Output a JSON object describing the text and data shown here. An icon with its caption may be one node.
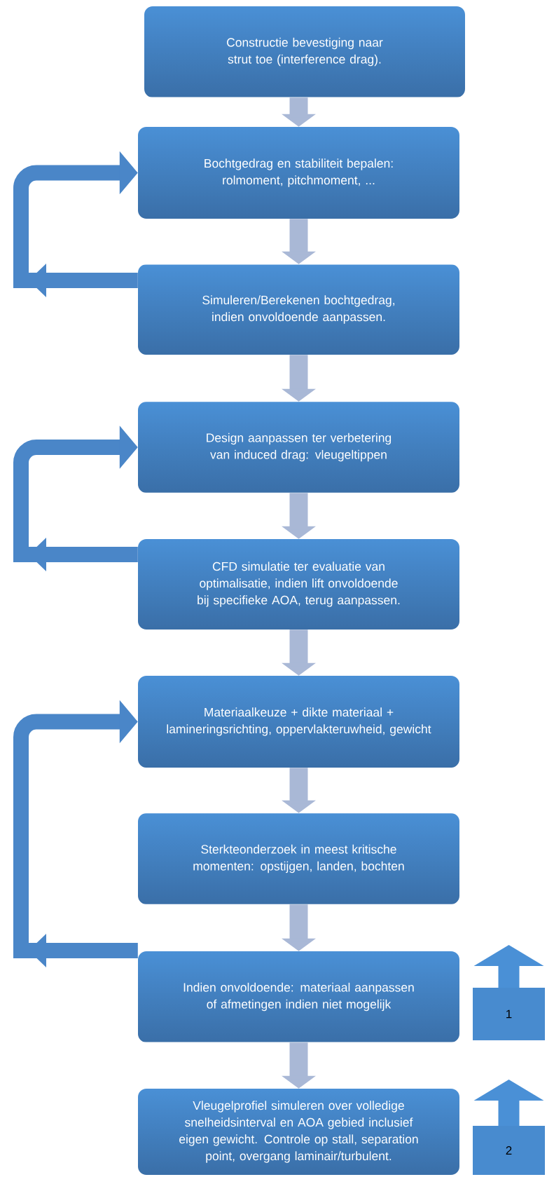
{
  "diagram": {
    "nodes": [
      {
        "text": [
          "Constructie bevestiging naar strut toe (interference drag)."
        ]
      },
      {
        "text": [
          "Bochtgedrag en stabiliteit bepalen: rolmoment, pitchmoment, ..."
        ]
      },
      {
        "text": [
          "Simuleren/Berekenen bochtgedrag, indien onvoldoende aanpassen."
        ]
      },
      {
        "text": [
          "Design aanpassen ter verbetering van induced drag: vleugeltippen"
        ]
      },
      {
        "text": [
          "CFD simulatie ter evaluatie van optimalisatie, indien lift onvoldoende bij specifieke AOA, terug aanpassen."
        ]
      },
      {
        "text": [
          "Materiaalkeuze + dikte materiaal + lamineringsrichting, oppervlakteruwheid, gewicht"
        ]
      },
      {
        "text": [
          "Sterkteonderzoek in meest kritische momenten: opstijgen, landen, bochten"
        ]
      },
      {
        "text": [
          "Indien onvoldoende: materiaal aanpassen of afmetingen indien niet mogelijk"
        ]
      },
      {
        "text": [
          "Vleugelprofiel simuleren over volledige snelheidsinterval en AOA gebied inclusief eigen gewicht. Controle op stall, separation point, overgang laminair/turbulent."
        ]
      },
      {
        "text": [
          "1"
        ]
      },
      {
        "text": [
          "2"
        ]
      }
    ],
    "edges": [
      {
        "from": 0,
        "to": 1,
        "arrow": "to"
      },
      {
        "from": 1,
        "to": 2,
        "arrow": "to"
      },
      {
        "from": 2,
        "to": 3,
        "arrow": "to"
      },
      {
        "from": 3,
        "to": 4,
        "arrow": "to"
      },
      {
        "from": 4,
        "to": 5,
        "arrow": "to"
      },
      {
        "from": 5,
        "to": 6,
        "arrow": "to"
      },
      {
        "from": 6,
        "to": 7,
        "arrow": "to"
      },
      {
        "from": 7,
        "to": 8,
        "arrow": "to"
      },
      {
        "from": 2,
        "to": 1,
        "arrow": "to",
        "color": "#4a86c8"
      },
      {
        "from": 4,
        "to": 3,
        "arrow": "to",
        "color": "#4a86c8"
      },
      {
        "from": 7,
        "to": 5,
        "arrow": "to",
        "color": "#4a86c8"
      }
    ]
  }
}
